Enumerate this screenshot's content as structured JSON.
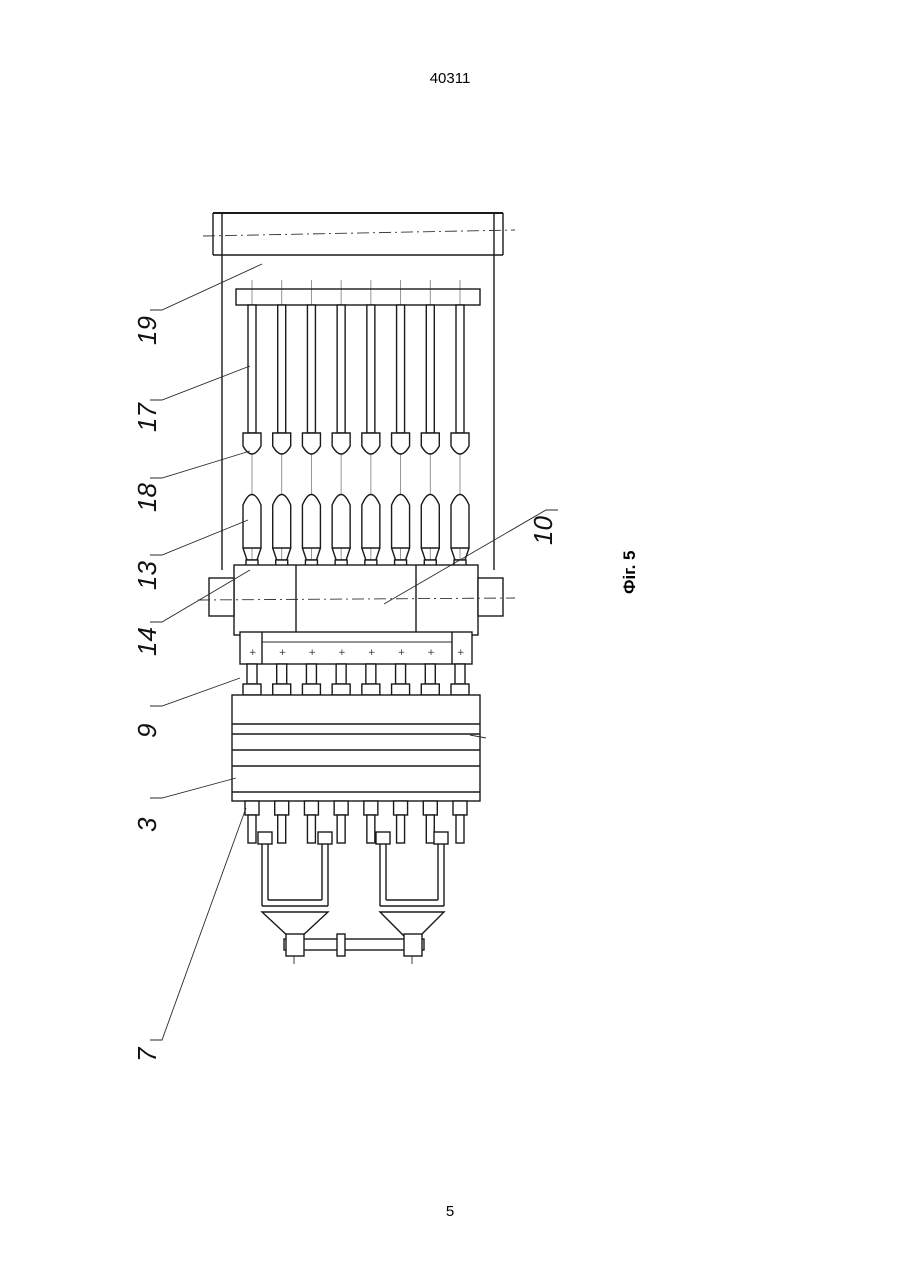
{
  "header": {
    "doc_number": "40311"
  },
  "footer": {
    "page_number": "5"
  },
  "figure": {
    "caption": "Фіг. 5",
    "callouts": [
      {
        "id": "19",
        "label": "19"
      },
      {
        "id": "17",
        "label": "17"
      },
      {
        "id": "18",
        "label": "18"
      },
      {
        "id": "13",
        "label": "13"
      },
      {
        "id": "14",
        "label": "14"
      },
      {
        "id": "9",
        "label": "9"
      },
      {
        "id": "3",
        "label": "3"
      },
      {
        "id": "7",
        "label": "7"
      },
      {
        "id": "10",
        "label": "10"
      }
    ],
    "rod_count": 8
  }
}
